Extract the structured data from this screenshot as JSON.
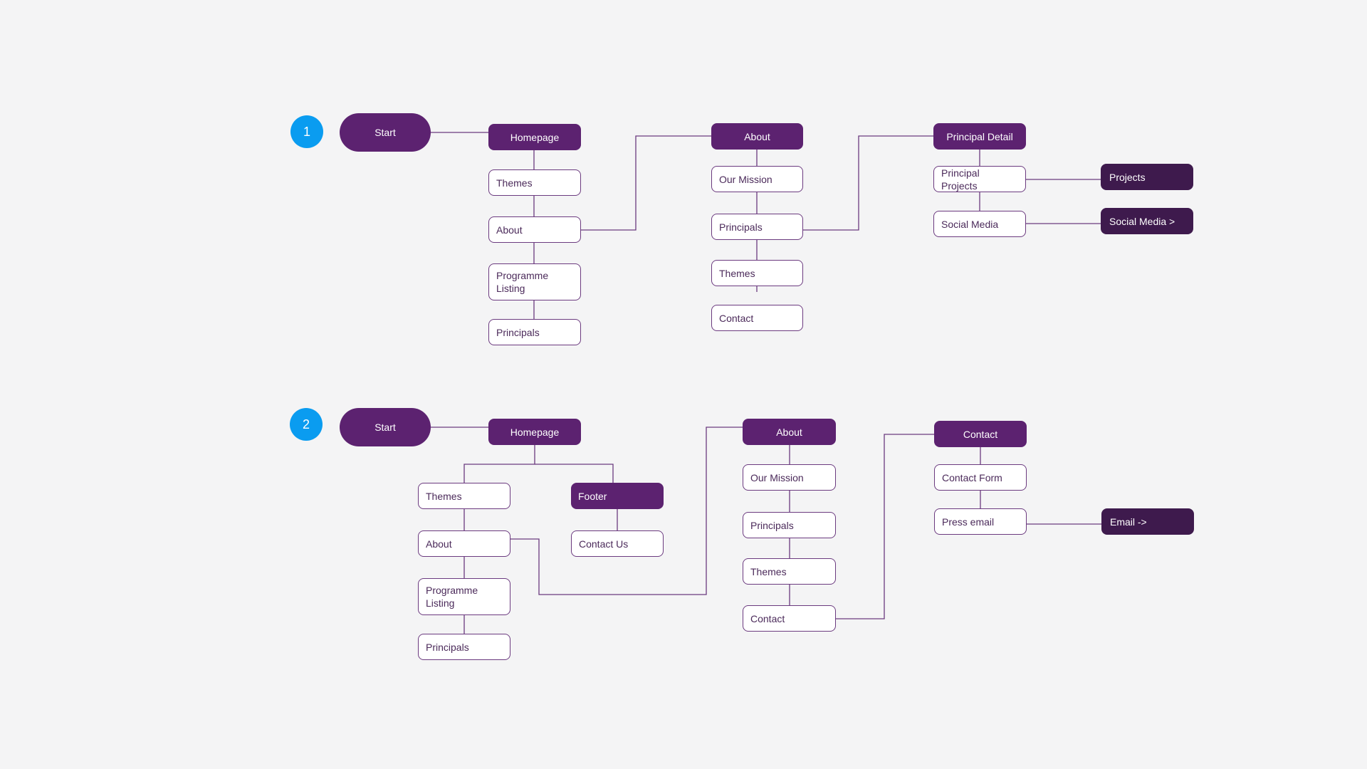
{
  "diagram": {
    "flow1": {
      "step": "1",
      "start": "Start",
      "homepage": "Homepage",
      "themes": "Themes",
      "about": "About",
      "programme": "Programme\nListing",
      "principals": "Principals",
      "about_header": "About",
      "our_mission": "Our Mission",
      "about_principals": "Principals",
      "about_themes": "Themes",
      "about_contact": "Contact",
      "principal_detail": "Principal Detail",
      "principal_projects": "Principal Projects",
      "social_media": "Social Media",
      "projects": "Projects",
      "social_media_link": "Social Media  >"
    },
    "flow2": {
      "step": "2",
      "start": "Start",
      "homepage": "Homepage",
      "themes": "Themes",
      "about": "About",
      "programme": "Programme\nListing",
      "principals": "Principals",
      "footer": "Footer",
      "contact_us": "Contact Us",
      "about_header": "About",
      "our_mission": "Our Mission",
      "about_principals": "Principals",
      "about_themes": "Themes",
      "about_contact": "Contact",
      "contact_header": "Contact",
      "contact_form": "Contact Form",
      "press_email": "Press email",
      "email_link": "Email ->"
    },
    "colors": {
      "primary": "#5c2270",
      "dark": "#3e1a4d",
      "outline": "#6b3a7f",
      "step_badge": "#0a9cf0",
      "background": "#f4f4f5"
    }
  }
}
